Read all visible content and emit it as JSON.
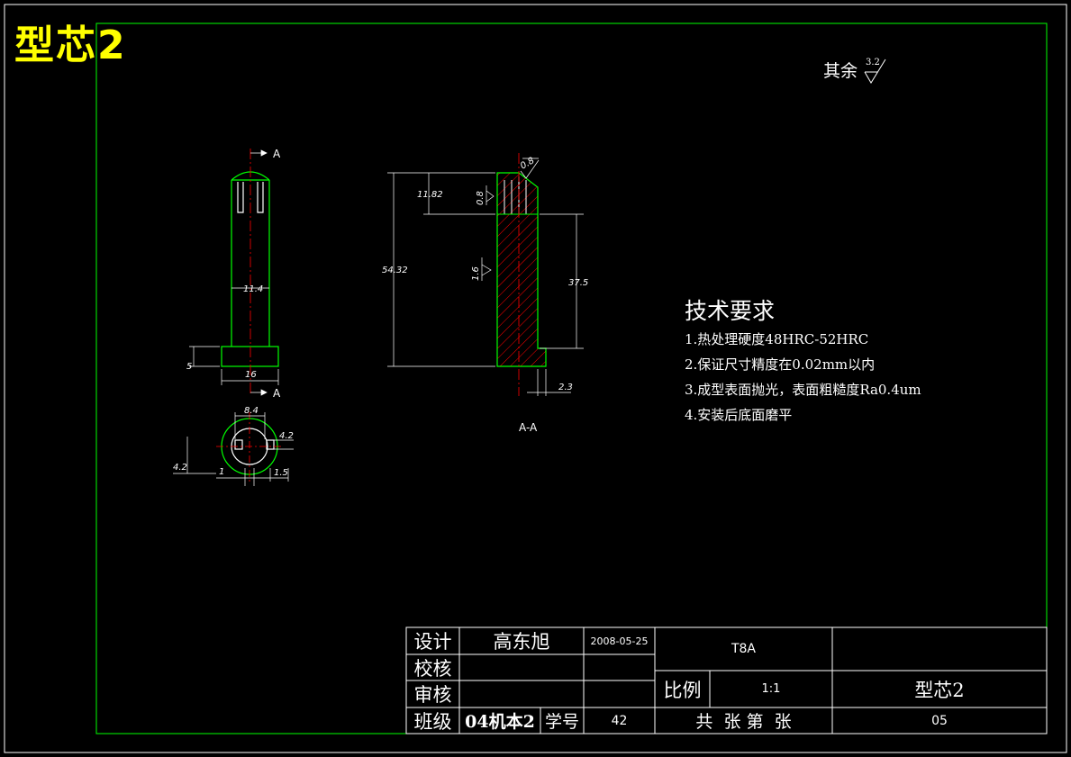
{
  "drawing_title": "型芯2",
  "surface_note": {
    "label": "其余",
    "roughness": "3.2"
  },
  "section_marks": {
    "top": "A",
    "bottom": "A",
    "section_label": "A-A"
  },
  "dimensions": {
    "d_11_4": "11.4",
    "d_16": "16",
    "d_5": "5",
    "d_8_4": "8.4",
    "d_4_2_right": "4.2",
    "d_4_2_left": "4.2",
    "d_1": "1",
    "d_1_5": "1.5",
    "d_11_82": "11.82",
    "d_54_32": "54.32",
    "d_37_5": "37.5",
    "d_2_3": "2.3",
    "r_0_8_top": "0.8",
    "r_0_8_side": "0.8",
    "r_1_6": "1.6"
  },
  "requirements": {
    "title": "技术要求",
    "items": [
      "1.热处理硬度48HRC-52HRC",
      "2.保证尺寸精度在0.02mm以内",
      "3.成型表面抛光，表面粗糙度Ra0.4um",
      "4.安装后底面磨平"
    ]
  },
  "title_block": {
    "design_label": "设计",
    "designer": "高东旭",
    "date": "2008-05-25",
    "check_label": "校核",
    "review_label": "审核",
    "class_label": "班级",
    "class_value": "04机本2",
    "student_no_label": "学号",
    "student_no": "42",
    "material": "T8A",
    "scale_label": "比例",
    "scale": "1:1",
    "part_name": "型芯2",
    "sheet_text": "共  张 第  张",
    "drawing_no": "05"
  },
  "colors": {
    "frame": "#ffffff",
    "border": "#00ff00",
    "title": "#ffff00",
    "hatch": "#ff0000",
    "center": "#ff0000"
  }
}
